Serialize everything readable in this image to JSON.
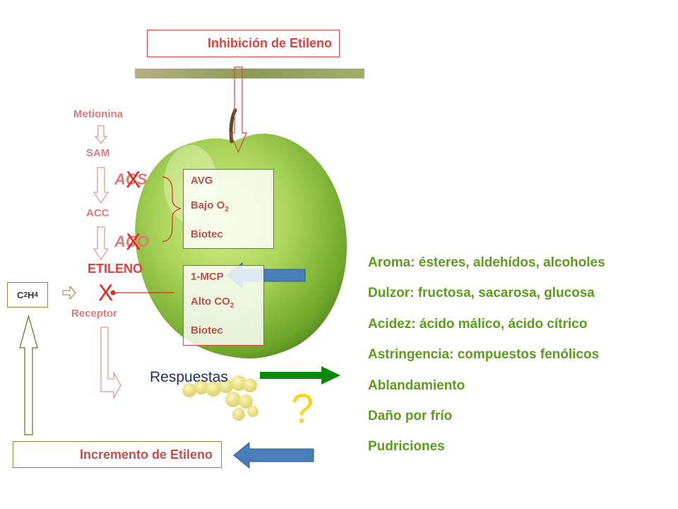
{
  "top_box": {
    "label": "Inhibición de Etileno"
  },
  "bottom_box": {
    "label": "Incremento de Etileno"
  },
  "pathway": {
    "metionina": "Metionina",
    "sam": "SAM",
    "acs": "ACS",
    "acc": "ACC",
    "aco": "ACO",
    "etileno": "ETILENO",
    "receptor": "Receptor"
  },
  "x_mark": "X",
  "inhibitors_enzymes": {
    "avg": "AVG",
    "bajo_o2_prefix": "Bajo O",
    "bajo_o2_sub": "2",
    "biotec": "Biotec"
  },
  "inhibitors_receptor": {
    "mcp": "1-MCP",
    "alto_co2_prefix": "Alto CO",
    "alto_co2_sub": "2",
    "biotec": "Biotec"
  },
  "c2h4": {
    "c": "C",
    "sub1": "2",
    "h": "H",
    "sub2": "4"
  },
  "respuestas": "Respuestas",
  "question": "?",
  "responses": [
    "Aroma: ésteres, aldehídos, alcoholes",
    "Dulzor: fructosa, sacarosa, glucosa",
    "Acidez: ácido málico, ácido cítrico",
    "Astringencia: compuestos fenólicos",
    "Ablandamiento",
    "Daño por frío",
    "Pudriciones"
  ],
  "colors": {
    "red": "#e0423a",
    "pink_text": "#e07a78",
    "green_text": "#5a9e1c",
    "blue_arrow": "#4a7ebb",
    "green_arrow": "#0a8a0a",
    "question": "#ffd21f"
  }
}
